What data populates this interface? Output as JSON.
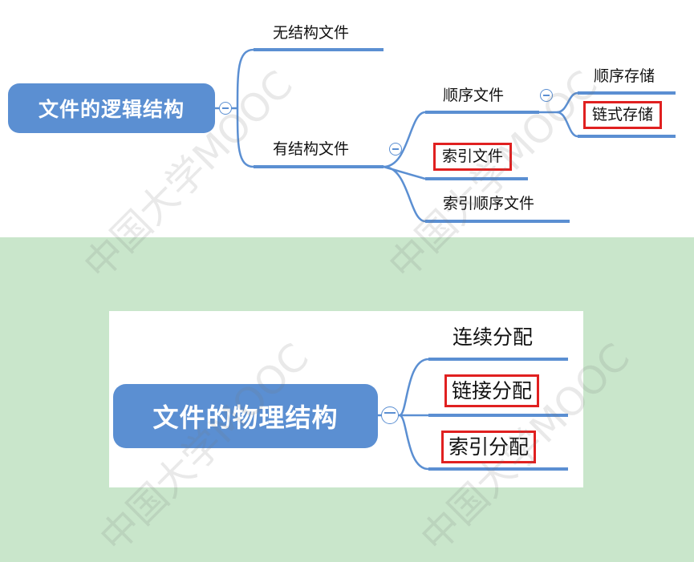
{
  "top_diagram": {
    "root": "文件的逻辑结构",
    "nodes": {
      "unstructured": "无结构文件",
      "structured": "有结构文件",
      "sequential": "顺序文件",
      "indexed": "索引文件",
      "indexed_sequential": "索引顺序文件",
      "sequential_storage": "顺序存储",
      "linked_storage": "链式存储"
    }
  },
  "bottom_diagram": {
    "root": "文件的物理结构",
    "nodes": {
      "contiguous": "连续分配",
      "linked": "链接分配",
      "indexed": "索引分配"
    }
  },
  "watermark": "中国大学MOOC",
  "colors": {
    "background": "#c9e6cb",
    "node_blue": "#5b8fd2",
    "highlight_red": "#e02020"
  }
}
